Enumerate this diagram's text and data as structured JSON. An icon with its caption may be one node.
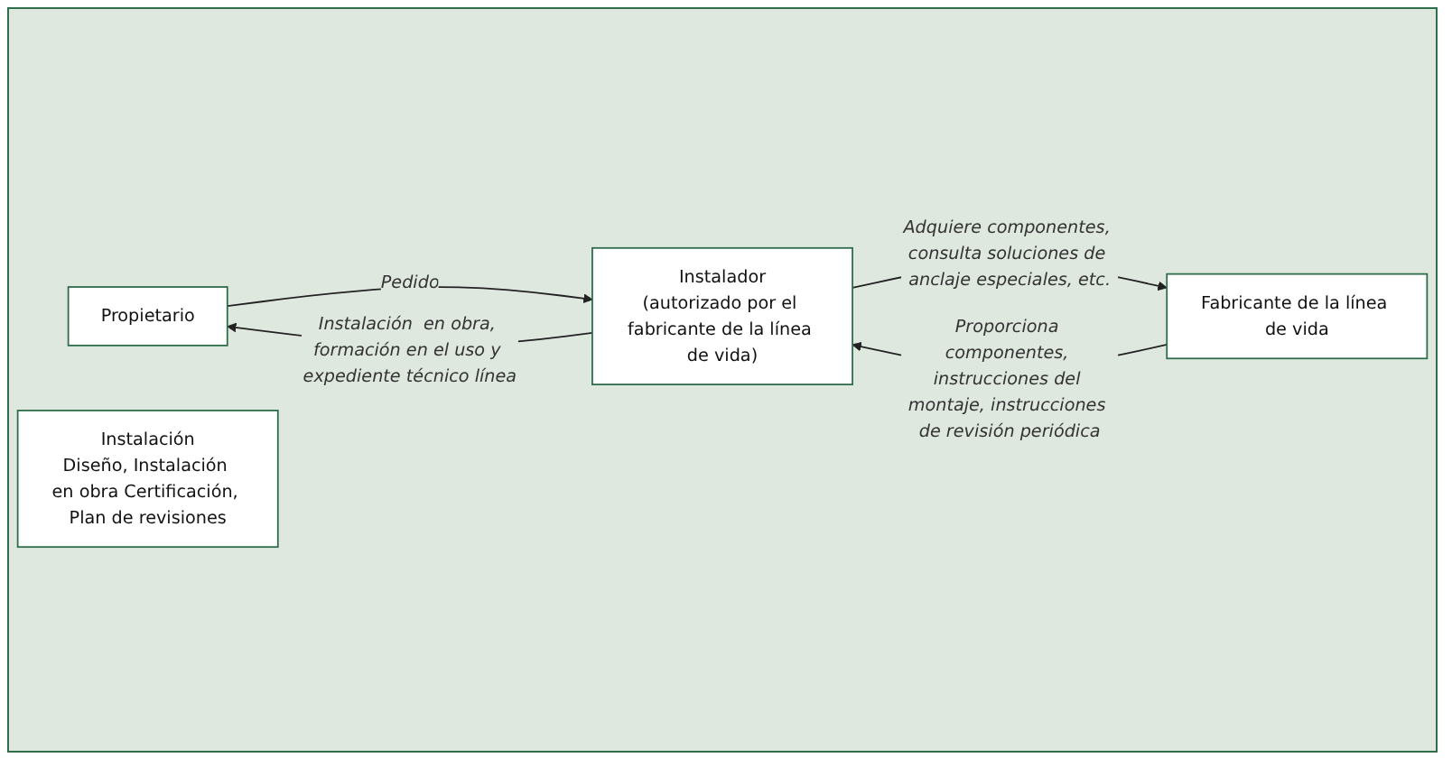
{
  "diagram": {
    "nodes": [
      {
        "text": [
          "Propietario"
        ]
      },
      {
        "text": [
          "Instalador",
          "(autorizado por el fabricante de la línea de vida)"
        ]
      },
      {
        "text": [
          "Instalación",
          "Diseño, Instalación en obra Certificación, Plan de revisiones"
        ]
      },
      {
        "text": [
          "Fabricante de la línea de vida"
        ]
      }
    ],
    "edges": [
      {
        "from": 1,
        "to": 0,
        "arrow": "to",
        "label": "Instalación  en obra, formación en el uso y expediente técnico línea"
      },
      {
        "from": 0,
        "to": 1,
        "arrow": "to",
        "label": "Pedido"
      },
      {
        "from": 1,
        "to": 3,
        "arrow": "to",
        "label": "Adquiere componentes, consulta soluciones de anclaje especiales, etc."
      },
      {
        "from": 3,
        "to": 1,
        "arrow": "to",
        "label": "Proporciona componentes, instrucciones del montaje, instrucciones de revisión periódica"
      }
    ]
  }
}
